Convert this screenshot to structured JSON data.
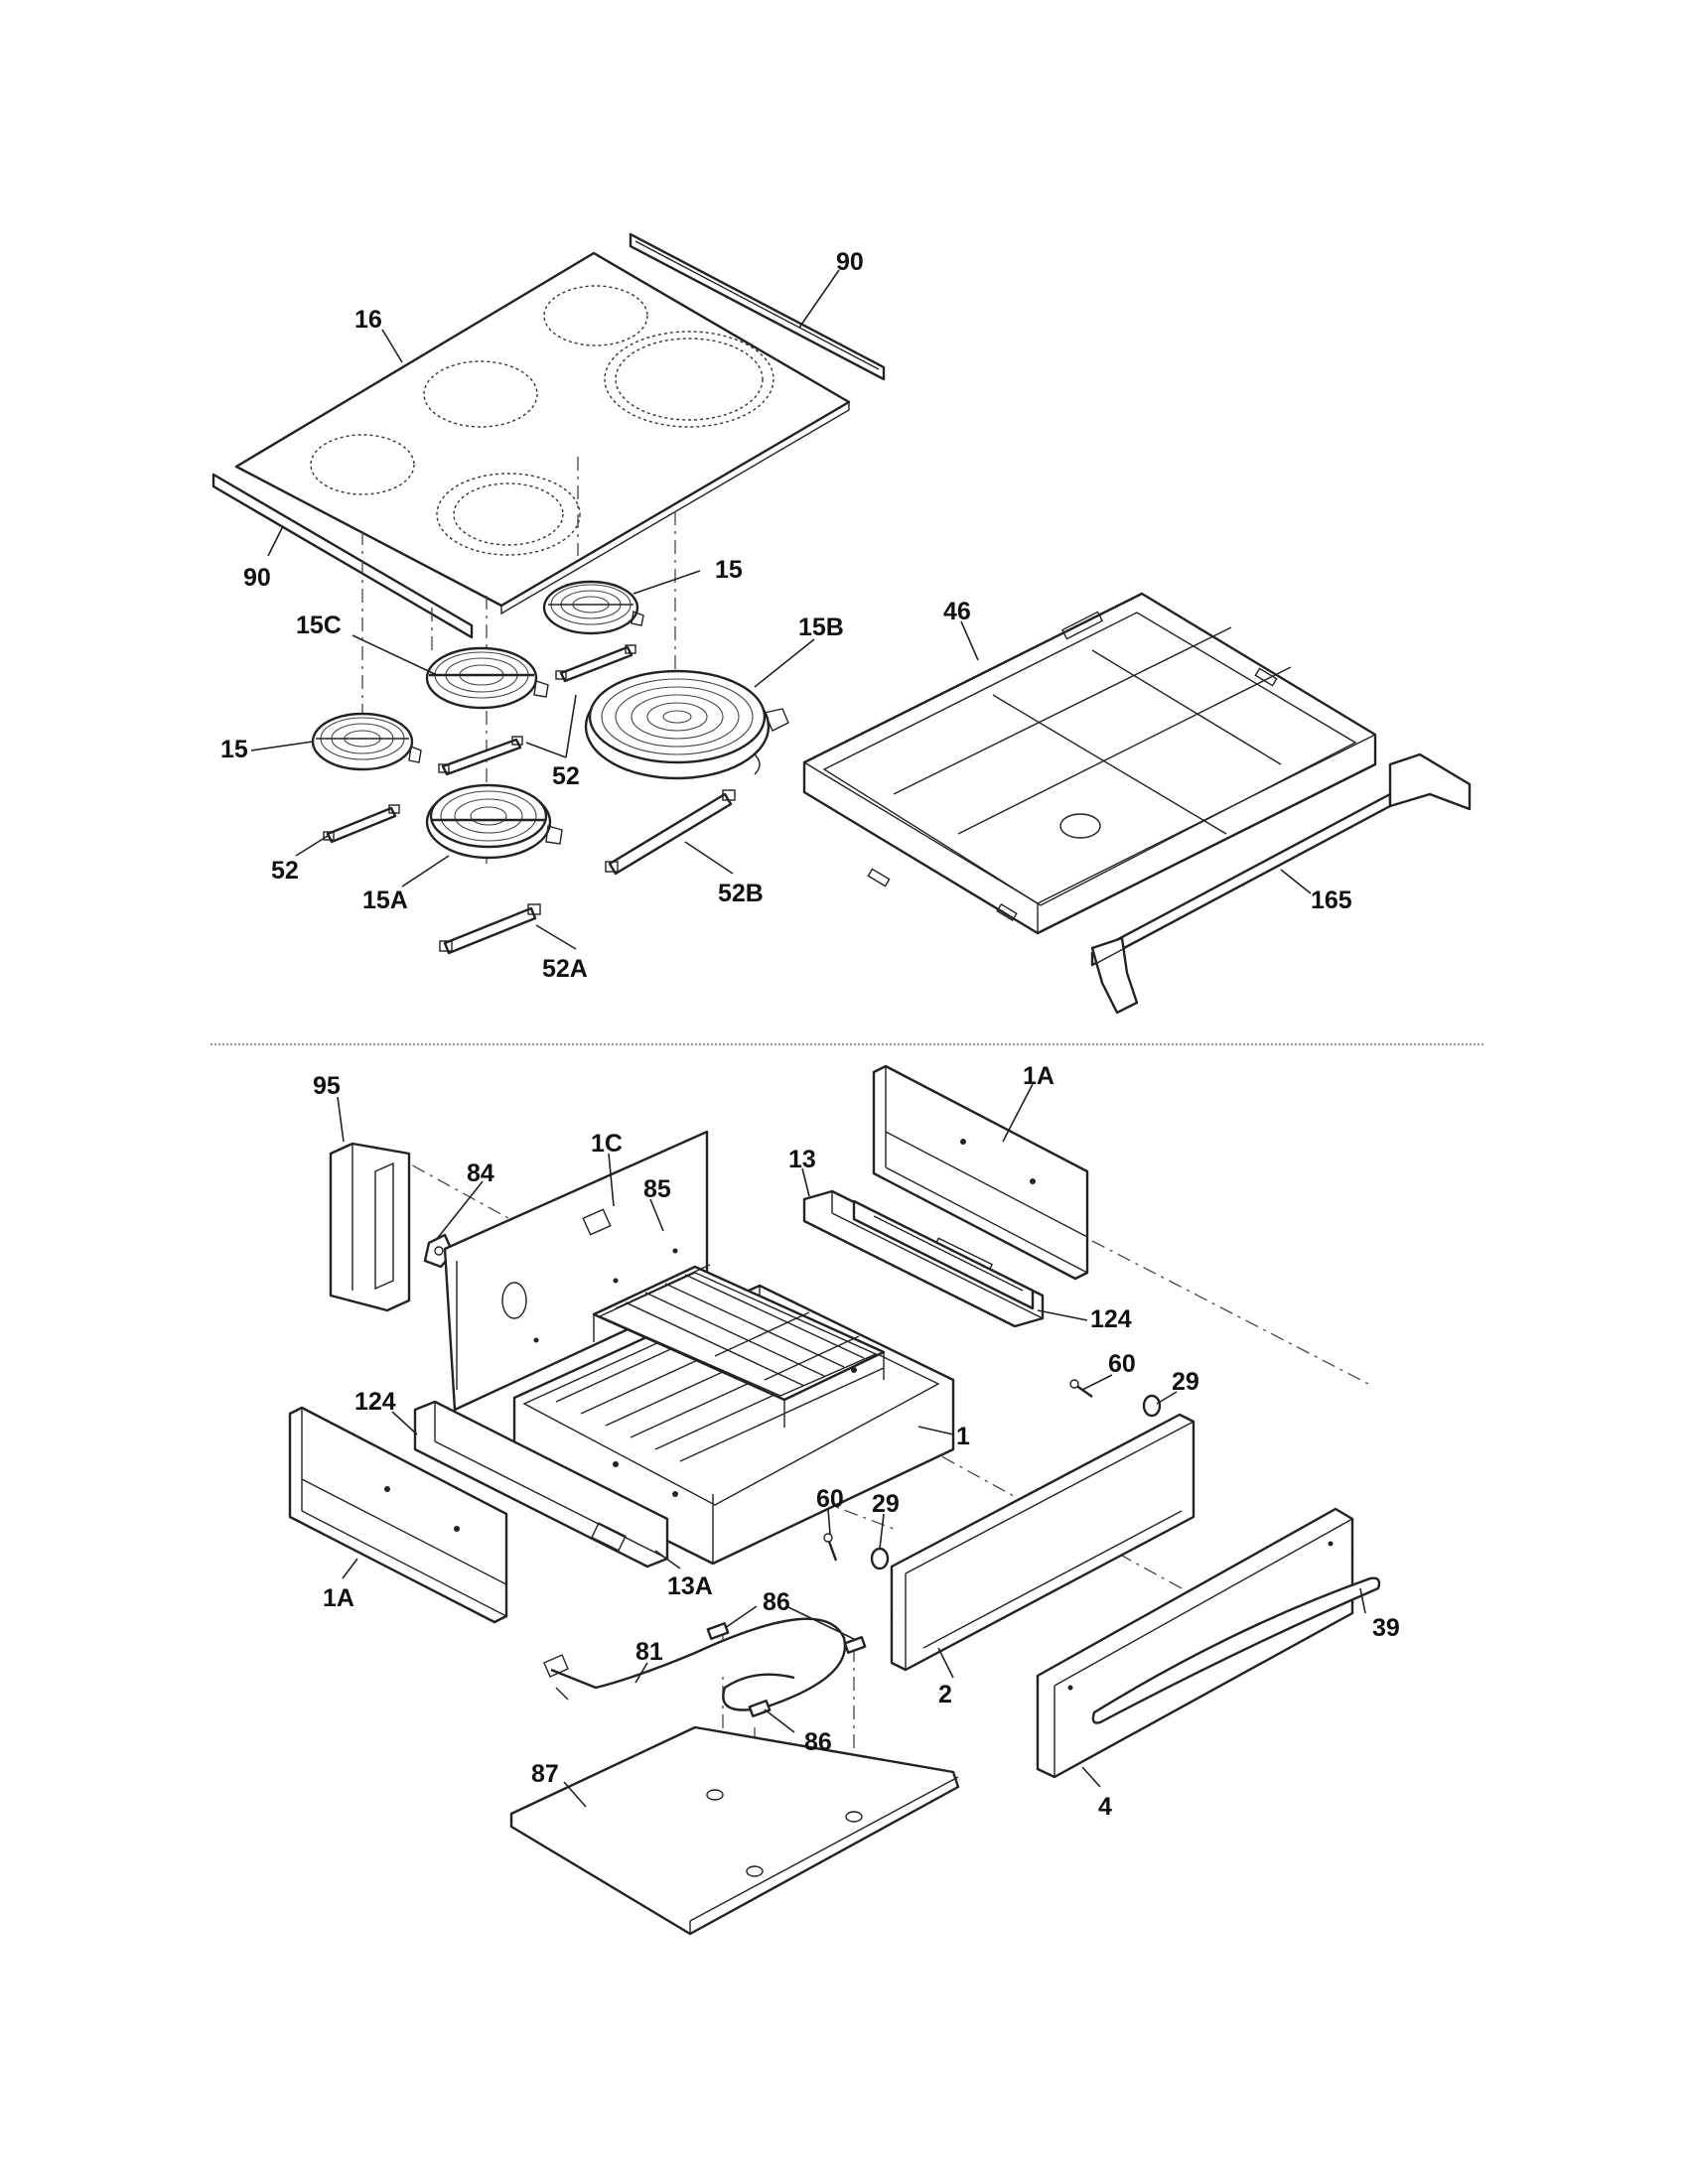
{
  "diagram": {
    "callouts": {
      "c90_top": "90",
      "c16": "16",
      "c90_left": "90",
      "c15_top": "15",
      "c15c": "15C",
      "c15b": "15B",
      "c15_left": "15",
      "c52_mid": "52",
      "c52_left": "52",
      "c15a": "15A",
      "c52b": "52B",
      "c52a": "52A",
      "c46": "46",
      "c165": "165",
      "c95": "95",
      "c84": "84",
      "c1c": "1C",
      "c85": "85",
      "c13": "13",
      "c1a_top": "1A",
      "c124_right": "124",
      "c60_right": "60",
      "c29_right": "29",
      "c124_left": "124",
      "c1": "1",
      "c60_mid": "60",
      "c29_mid": "29",
      "c1a_bottom": "1A",
      "c13a": "13A",
      "c86_top": "86",
      "c81": "81",
      "c86_mid": "86",
      "c87": "87",
      "c2": "2",
      "c39": "39",
      "c4": "4"
    }
  }
}
